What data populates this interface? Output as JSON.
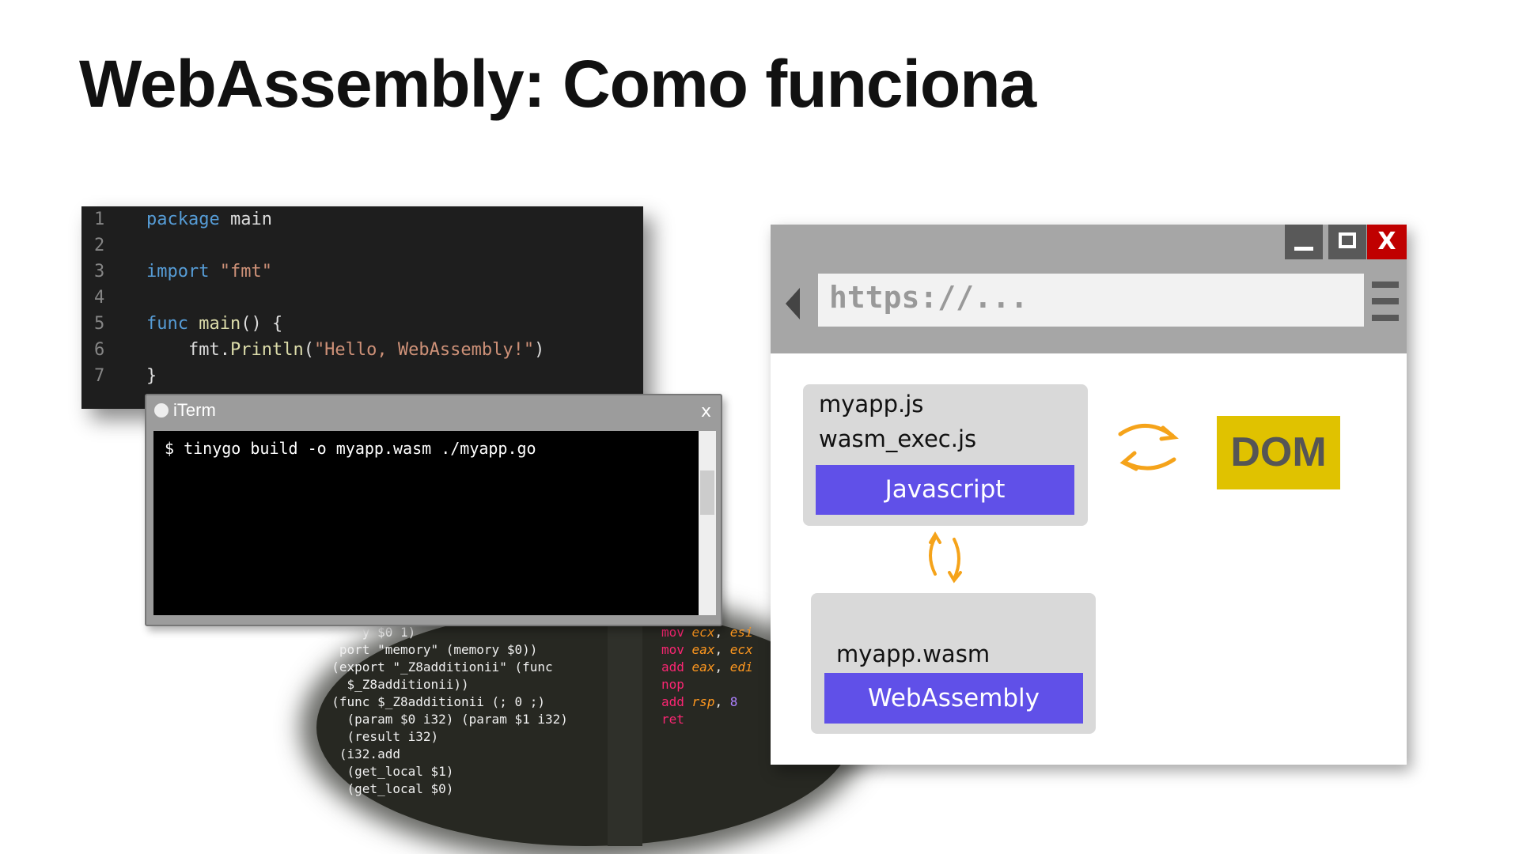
{
  "slide": {
    "title": "WebAssembly: Como funciona"
  },
  "editor": {
    "lines": [
      {
        "n": "1",
        "parts": [
          [
            "kw",
            "package"
          ],
          [
            "",
            "main"
          ]
        ]
      },
      {
        "n": "2",
        "parts": []
      },
      {
        "n": "3",
        "parts": [
          [
            "kw",
            "import"
          ],
          [
            "str",
            "\"fmt\""
          ]
        ]
      },
      {
        "n": "4",
        "parts": []
      },
      {
        "n": "5",
        "parts": [
          [
            "kw",
            "func"
          ],
          [
            "fn",
            "main"
          ],
          [
            "",
            "() {"
          ]
        ]
      },
      {
        "n": "6",
        "parts": [
          [
            "",
            "    fmt."
          ],
          [
            "fn",
            "Println"
          ],
          [
            "",
            "("
          ],
          [
            "str",
            "\"Hello, WebAssembly!\""
          ],
          [
            "",
            ")"
          ]
        ]
      },
      {
        "n": "7",
        "parts": [
          [
            "",
            "}"
          ]
        ]
      }
    ]
  },
  "terminal": {
    "title": "iTerm",
    "close": "x",
    "command": "$ tinygo build -o myapp.wasm ./myapp.go"
  },
  "wat": {
    "lines": [
      "      y $0 1)",
      "   port \"memory\" (memory $0))",
      "  (export \"_Z8additionii\" (func",
      "    $_Z8additionii))",
      "  (func $_Z8additionii (; 0 ;)",
      "    (param $0 i32) (param $1 i32)",
      "    (result i32)",
      "   (i32.add",
      "    (get_local $1)",
      "    (get_local $0)"
    ]
  },
  "asm": {
    "lines": [
      [
        "mov",
        "ecx",
        ", ",
        "esi"
      ],
      [
        "mov",
        "eax",
        ", ",
        "ecx"
      ],
      [
        "add",
        "eax",
        ", ",
        "edi"
      ],
      [
        "nop",
        "",
        "",
        ""
      ],
      [
        "add",
        "rsp",
        ", ",
        "8"
      ],
      [
        "ret",
        "",
        "",
        ""
      ]
    ]
  },
  "browser": {
    "url": "https://...",
    "min": "_",
    "max": "☐",
    "close": "X",
    "js_files": [
      "myapp.js",
      "wasm_exec.js"
    ],
    "js_label": "Javascript",
    "wasm_file": "myapp.wasm",
    "wasm_label": "WebAssembly",
    "dom_label": "DOM"
  },
  "colors": {
    "accent_purple": "#6050e8",
    "dom_yellow": "#e0c200",
    "arrow_orange": "#f5a31a",
    "close_red": "#c00000"
  }
}
